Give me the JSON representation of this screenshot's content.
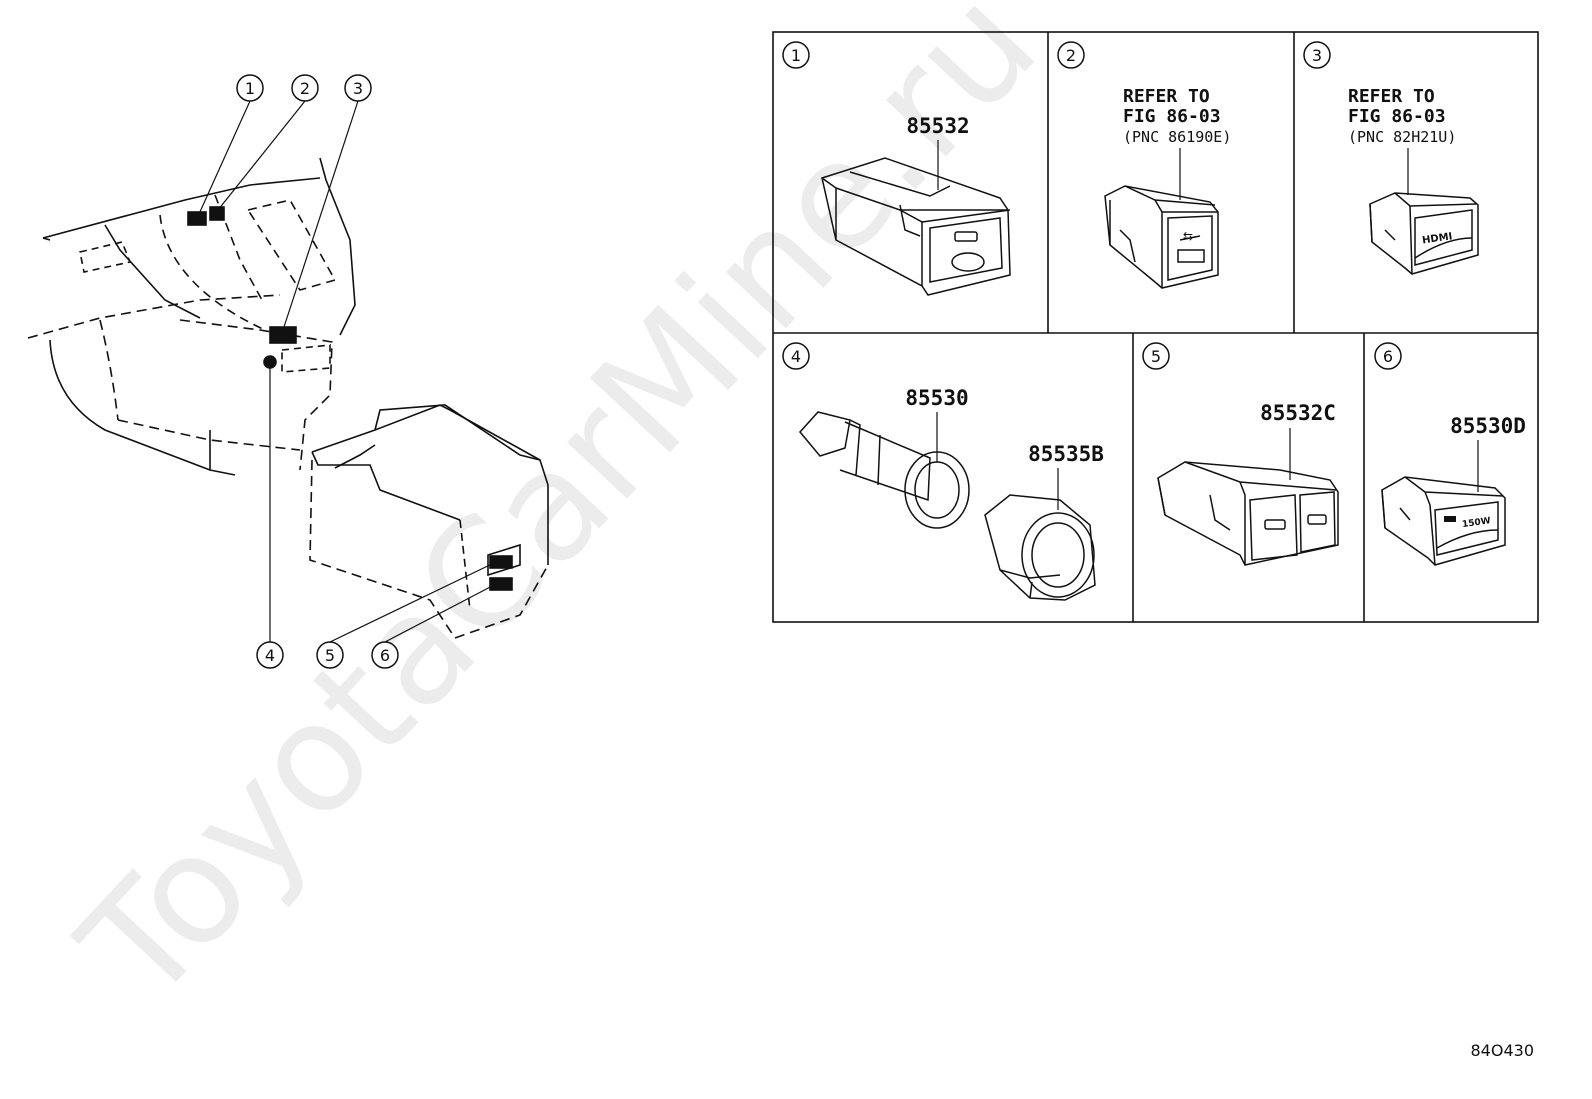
{
  "watermark": "ToyotaCarMine.ru",
  "figure_code": "84O430",
  "overview": {
    "callouts": [
      "1",
      "2",
      "3",
      "4",
      "5",
      "6"
    ]
  },
  "panels": [
    {
      "num": "1",
      "part": "85532"
    },
    {
      "num": "2",
      "refer": [
        "REFER TO",
        "FIG 86-03",
        "(PNC 86190E)"
      ]
    },
    {
      "num": "3",
      "refer": [
        "REFER TO",
        "FIG 86-03",
        "(PNC 82H21U)"
      ],
      "badge": "HDMI"
    },
    {
      "num": "4",
      "parts": [
        "85530",
        "85535B"
      ]
    },
    {
      "num": "5",
      "part": "85532C"
    },
    {
      "num": "6",
      "part": "85530D",
      "badge": "150W"
    }
  ]
}
